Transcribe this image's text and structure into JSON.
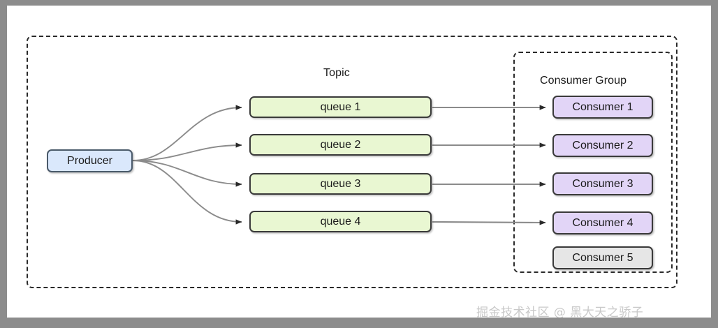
{
  "diagram": {
    "title_topic": "Topic",
    "title_consumer_group": "Consumer Group",
    "producer": {
      "label": "Producer",
      "color": "#dae8fc"
    },
    "queues": [
      {
        "label": "queue 1",
        "color": "#e9f7d2"
      },
      {
        "label": "queue 2",
        "color": "#e9f7d2"
      },
      {
        "label": "queue 3",
        "color": "#e9f7d2"
      },
      {
        "label": "queue 4",
        "color": "#e9f7d2"
      }
    ],
    "consumers": [
      {
        "label": "Consumer 1",
        "color": "#e2d5f7",
        "active": true
      },
      {
        "label": "Consumer 2",
        "color": "#e2d5f7",
        "active": true
      },
      {
        "label": "Consumer 3",
        "color": "#e2d5f7",
        "active": true
      },
      {
        "label": "Consumer 4",
        "color": "#e2d5f7",
        "active": true
      },
      {
        "label": "Consumer 5",
        "color": "#e6e6e6",
        "active": false
      }
    ],
    "edge_color": "#9a9a9a",
    "arrowhead_color": "#2a2a2a",
    "border_color": "#2a2a2a",
    "canvas_background": "#ffffff",
    "frame_color": "#8c8c8c"
  },
  "watermark": {
    "text": "掘金技术社区 @ 黑大天之骄子"
  }
}
